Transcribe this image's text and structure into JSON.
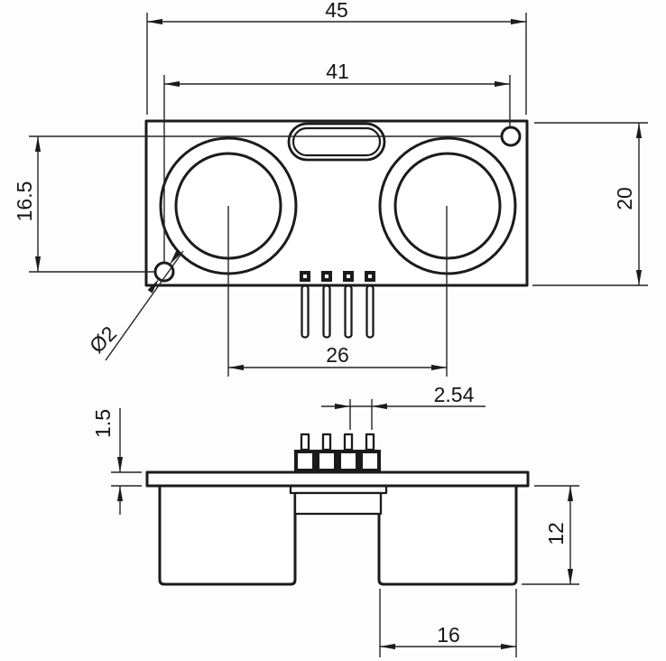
{
  "front_view": {
    "dim_overall_width": "45",
    "dim_mounting_hole_span_horizontal": "41",
    "dim_mounting_hole_span_vertical": "16.5",
    "dim_board_height": "20",
    "dim_transducer_center_spacing": "26",
    "dim_mounting_hole_diameter": "Ø2"
  },
  "side_view": {
    "dim_pin_pitch": "2.54",
    "dim_pcb_thickness": "1.5",
    "dim_transducer_can_height": "12",
    "dim_transducer_can_width": "16"
  }
}
